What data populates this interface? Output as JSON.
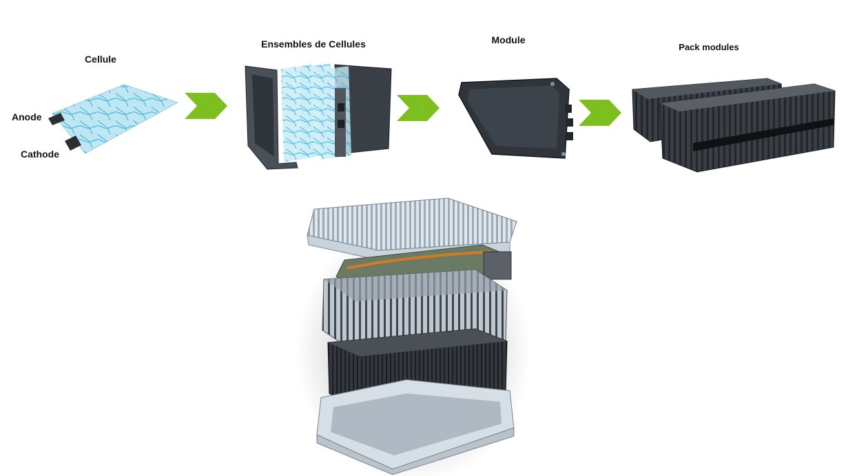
{
  "stages": [
    {
      "id": "cell",
      "label": "Cellule"
    },
    {
      "id": "cell-stack",
      "label": "Ensembles de Cellules"
    },
    {
      "id": "module",
      "label": "Module"
    },
    {
      "id": "pack-modules",
      "label": "Pack modules"
    }
  ],
  "cell_terminals": {
    "anode": "Anode",
    "cathode": "Cathode"
  },
  "colors": {
    "arrow_green": "#7cbf1f",
    "cell_blue": "#5fc3e4",
    "module_dark": "#2e3238",
    "tray_silver": "#c9d3dc",
    "busbar_orange": "#d07a2a"
  },
  "icons": {
    "flow_arrow": "double-chevron-right-icon"
  }
}
